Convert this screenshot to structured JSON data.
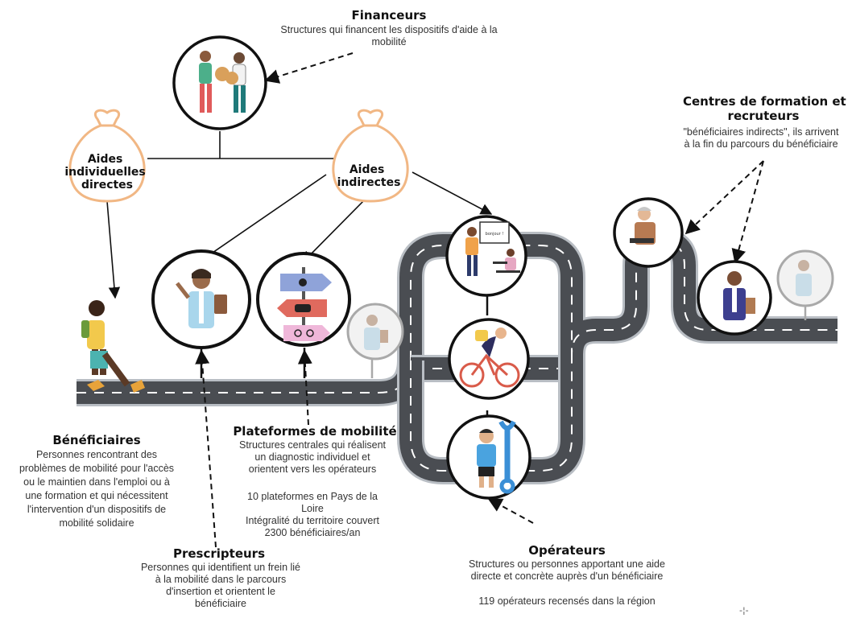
{
  "financeurs": {
    "title": "Financeurs",
    "desc": [
      "Structures qui financent les dispositifs d'aide à la",
      "mobilité"
    ]
  },
  "centres": {
    "title": [
      "Centres de formation et",
      "recruteurs"
    ],
    "desc": [
      "\"bénéficiaires indirects\", ils arrivent",
      "à la fin du parcours du bénéficiaire"
    ]
  },
  "aides_individuelles": {
    "label": [
      "Aides",
      "individuelles",
      "directes"
    ]
  },
  "aides_indirectes": {
    "label": [
      "Aides",
      "indirectes"
    ]
  },
  "beneficiaires": {
    "title": "Bénéficiaires",
    "desc": [
      "Personnes rencontrant des",
      "problèmes de mobilité pour l'accès",
      "ou le maintien dans l'emploi ou à",
      "une formation et qui nécessitent",
      "l'intervention d'un dispositifs de",
      "mobilité solidaire"
    ]
  },
  "plateformes": {
    "title": "Plateformes de mobilité",
    "desc": [
      "Structures centrales qui réalisent",
      "un diagnostic individuel et",
      "orientent vers les opérateurs"
    ],
    "stats": [
      "10 plateformes en Pays de la",
      "Loire",
      "Intégralité du territoire couvert",
      "2300 bénéficiaires/an"
    ]
  },
  "prescripteurs": {
    "title": "Prescripteurs",
    "desc": [
      "Personnes qui identifient un frein lié",
      "à la mobilité dans le parcours",
      "d'insertion et orientent le",
      "bénéficiaire"
    ]
  },
  "operateurs": {
    "title": "Opérateurs",
    "desc": [
      "Structures ou personnes apportant une aide",
      "directe et concrète auprès d'un bénéficiaire"
    ],
    "stats": [
      "119 opérateurs recensés dans la région"
    ]
  },
  "icons": {
    "financeurs": "money-exchange-icon",
    "prescripteur": "advisor-icon",
    "plateforme": "signpost-icon",
    "formation": "teacher-icon",
    "velo": "cyclist-icon",
    "operateur": "mechanic-icon",
    "recruteur": "recruiter-icon",
    "beneficiaire": "walking-person-icon"
  },
  "colors": {
    "road": "#4a4d52",
    "road_edge": "#b9bec4",
    "bag": "#f1b784",
    "circle_border": "#111111",
    "faded_border": "#a9a9a9"
  },
  "footer_mark": "-¦-"
}
